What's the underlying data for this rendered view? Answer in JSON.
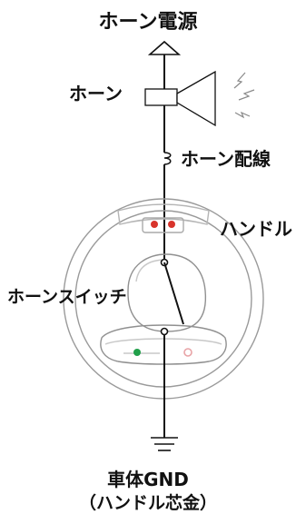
{
  "labels": {
    "power": "ホーン電源",
    "horn": "ホーン",
    "wiring": "ホーン配線",
    "handle": "ハンドル",
    "switch": "ホーンスイッチ",
    "ground_line1": "車体GND",
    "ground_line2": "（ハンドル芯金）"
  },
  "colors": {
    "line": "#111111",
    "wheel_stroke": "#9a9a9a",
    "contact_red": "#d8342c",
    "contact_green": "#21a04a",
    "contact_pink": "#e8a3a6"
  }
}
